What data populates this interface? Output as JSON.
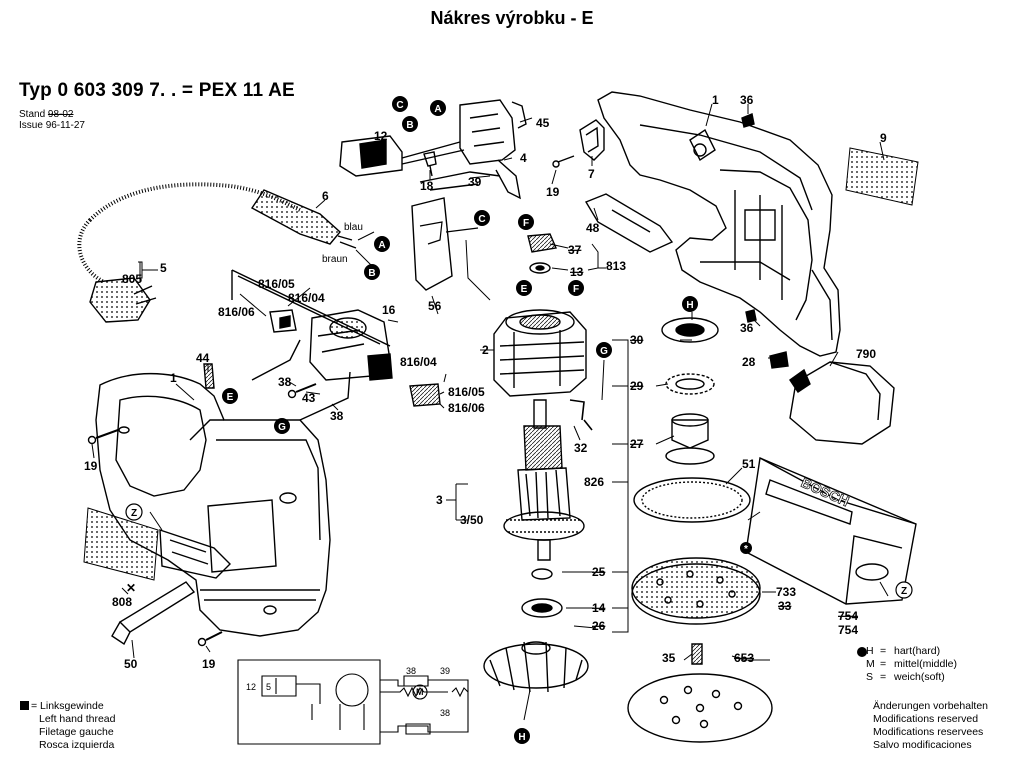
{
  "header": {
    "title": "Nákres výrobku - E",
    "type_line": "Typ 0 603 309 7. . = PEX 11 AE",
    "stand_label": "Stand",
    "stand_value": "98-02",
    "issue_label": "Issue",
    "issue_value": "96-11-27"
  },
  "part_labels": {
    "p1_top": "1",
    "p36_top": "36",
    "p9": "9",
    "p45": "45",
    "p4": "4",
    "p12": "12",
    "p18": "18",
    "p39": "39",
    "p19_top": "19",
    "p7": "7",
    "p6": "6",
    "blau": "blau",
    "braun": "braun",
    "p5": "5",
    "p805": "805",
    "p816_05_top": "816/05",
    "p816_04_top": "816/04",
    "p816_06_top": "816/06",
    "p16": "16",
    "p56": "56",
    "p48": "48",
    "p37": "37",
    "p13": "13",
    "p813": "813",
    "p36_mid": "36",
    "p28": "28",
    "p790": "790",
    "p2": "2",
    "p816_04_mid": "816/04",
    "p816_05_mid": "816/05",
    "p816_06_mid": "816/06",
    "p44": "44",
    "p1_left": "1",
    "p38_a": "38",
    "p43": "43",
    "p38_b": "38",
    "p19_left": "19",
    "p32": "32",
    "p30": "30",
    "p29": "29",
    "p27": "27",
    "p826": "826",
    "p3": "3",
    "p3_50": "3/50",
    "p51": "51",
    "p25": "25",
    "p14": "14",
    "p26": "26",
    "p733": "733",
    "p33": "33",
    "p754_struck": "754",
    "p754": "754",
    "p808": "808",
    "p50": "50",
    "p19_bottom": "19",
    "p35": "35",
    "p653": "653",
    "schem_12": "12",
    "schem_5": "5",
    "schem_38_top": "38",
    "schem_39": "39",
    "schem_38_bottom": "38",
    "schem_M": "M"
  },
  "callouts": {
    "C_top": "C",
    "A_top": "A",
    "B_top": "B",
    "C_mid": "C",
    "F_top": "F",
    "A_cord": "A",
    "B_cord": "B",
    "E_mid": "E",
    "F_mid": "F",
    "G_mid": "G",
    "H_top": "H",
    "E_left": "E",
    "G_left": "G",
    "Z_left": "Z",
    "Z_right": "Z",
    "H_bottom": "H",
    "star": "*"
  },
  "brand_text": "BOSCH",
  "legend_left": {
    "line1": "= Linksgewinde",
    "line2": "Left hand thread",
    "line3": "Filetage gauche",
    "line4": "Rosca izquierda"
  },
  "legend_hms": {
    "h_letter": "H",
    "h_text": "hart(hard)",
    "m_letter": "M",
    "m_text": "mittel(middle)",
    "s_letter": "S",
    "s_text": "weich(soft)",
    "equals": "="
  },
  "legend_mod": {
    "line1": "Änderungen vorbehalten",
    "line2": "Modifications reserved",
    "line3": "Modifications reservees",
    "line4": "Salvo modificaciones"
  },
  "colors": {
    "ink": "#000000",
    "paper": "#ffffff",
    "screen": "#d8d8d8",
    "grip": "#c8c8c8"
  }
}
